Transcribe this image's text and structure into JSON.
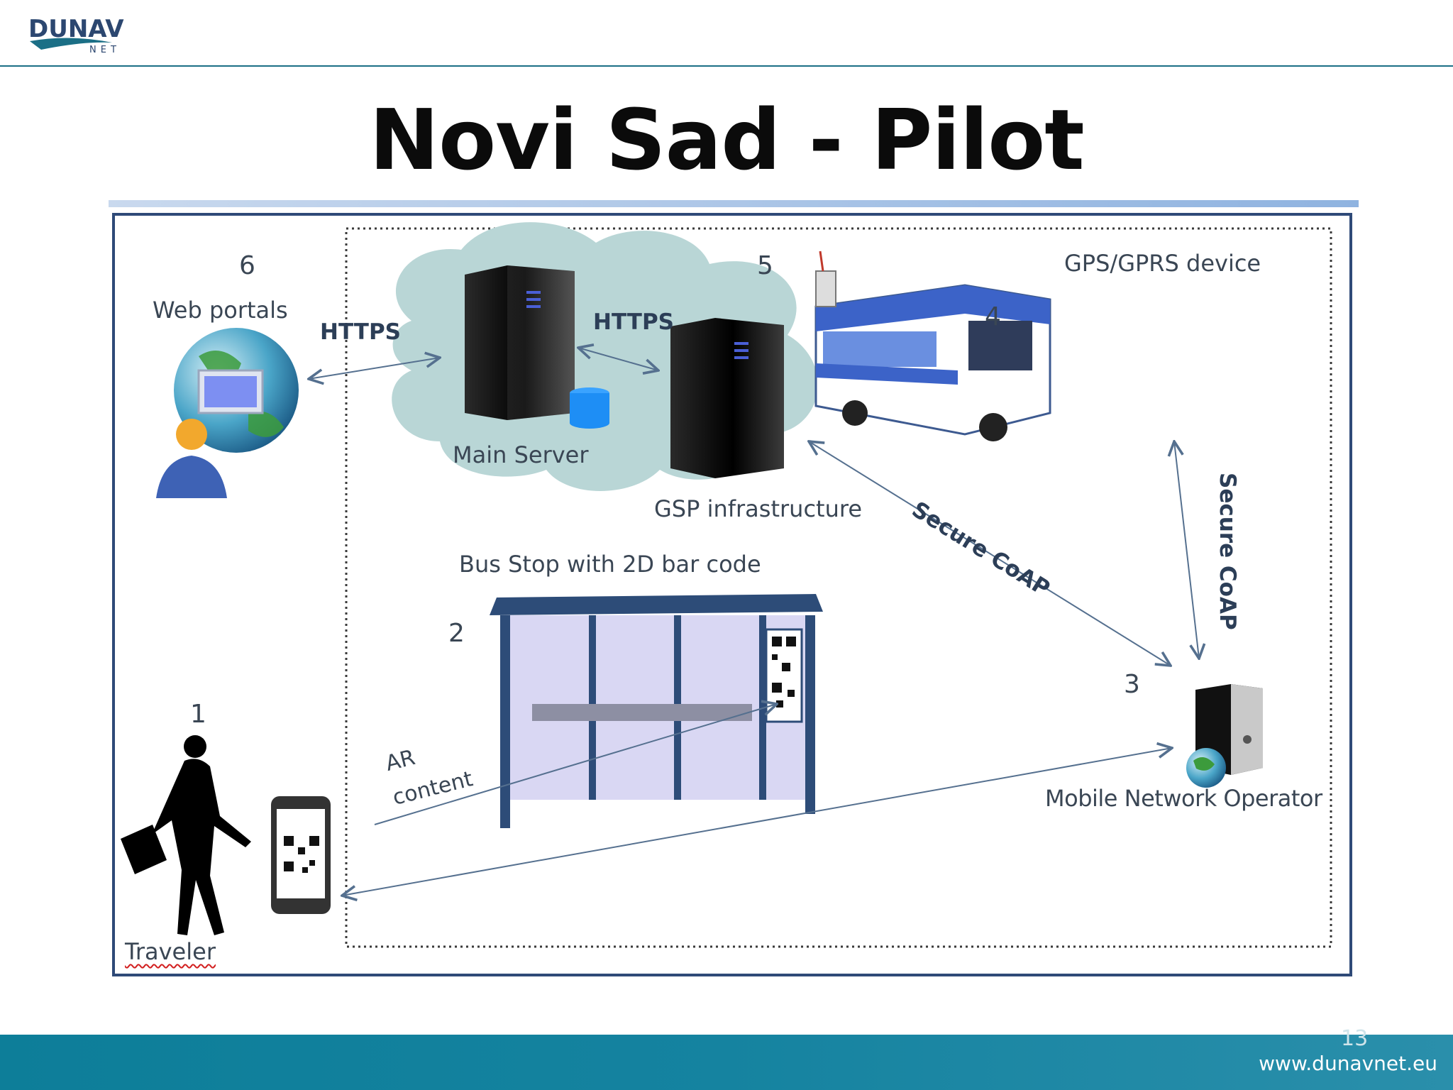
{
  "header": {
    "logo_text": "DUNAV",
    "logo_subtext": "NET"
  },
  "slide": {
    "title": "Novi Sad - Pilot",
    "page_number": "13"
  },
  "diagram": {
    "nodes": {
      "web_portals": {
        "number": "6",
        "label": "Web portals"
      },
      "cloud": {
        "number": "5",
        "main_server_label": "Main Server",
        "gsp_label": "GSP infrastructure"
      },
      "gps_device": {
        "number": "4",
        "label": "GPS/GPRS device"
      },
      "mobile_operator": {
        "number": "3",
        "label": "Mobile Network Operator"
      },
      "bus_stop": {
        "number": "2",
        "label": "Bus Stop with 2D bar code"
      },
      "traveler": {
        "number": "1",
        "label": "Traveler"
      }
    },
    "links": {
      "portal_server": "HTTPS",
      "server_gsp": "HTTPS",
      "gsp_operator": "Secure CoAP",
      "bus_operator": "Secure CoAP",
      "ar_line1": "AR",
      "ar_line2": "content"
    }
  },
  "footer": {
    "url": "www.dunavnet.eu"
  },
  "colors": {
    "accent": "#1b6f86",
    "frame_border": "#2f4a78",
    "cloud_fill": "#b9d6d6",
    "footer_bar": "#0d7e99"
  }
}
